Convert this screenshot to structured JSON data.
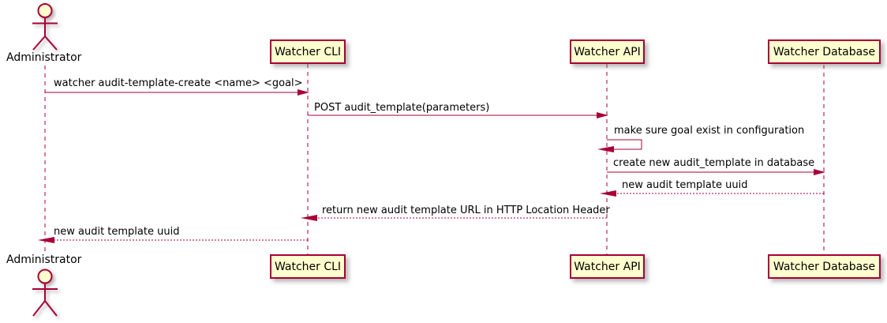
{
  "colors": {
    "accent": "#a80036",
    "participant_fill": "#fefece",
    "text": "#000000",
    "background": "#ffffff"
  },
  "actor": {
    "label": "Administrator"
  },
  "participants": [
    {
      "label": "Watcher CLI"
    },
    {
      "label": "Watcher API"
    },
    {
      "label": "Watcher Database"
    }
  ],
  "messages": [
    {
      "from": "Administrator",
      "to": "Watcher CLI",
      "line": "solid",
      "text": "watcher audit-template-create <name> <goal>"
    },
    {
      "from": "Watcher CLI",
      "to": "Watcher API",
      "line": "solid",
      "text": "POST audit_template(parameters)"
    },
    {
      "from": "Watcher API",
      "to": "Watcher API",
      "line": "self",
      "text": "make sure goal exist in configuration"
    },
    {
      "from": "Watcher API",
      "to": "Watcher Database",
      "line": "solid",
      "text": "create new audit_template in database"
    },
    {
      "from": "Watcher Database",
      "to": "Watcher API",
      "line": "dotted",
      "text": "new audit template uuid"
    },
    {
      "from": "Watcher API",
      "to": "Watcher CLI",
      "line": "dotted",
      "text": "return new audit template URL in HTTP Location Header"
    },
    {
      "from": "Watcher CLI",
      "to": "Administrator",
      "line": "dotted",
      "text": "new audit template uuid"
    }
  ]
}
